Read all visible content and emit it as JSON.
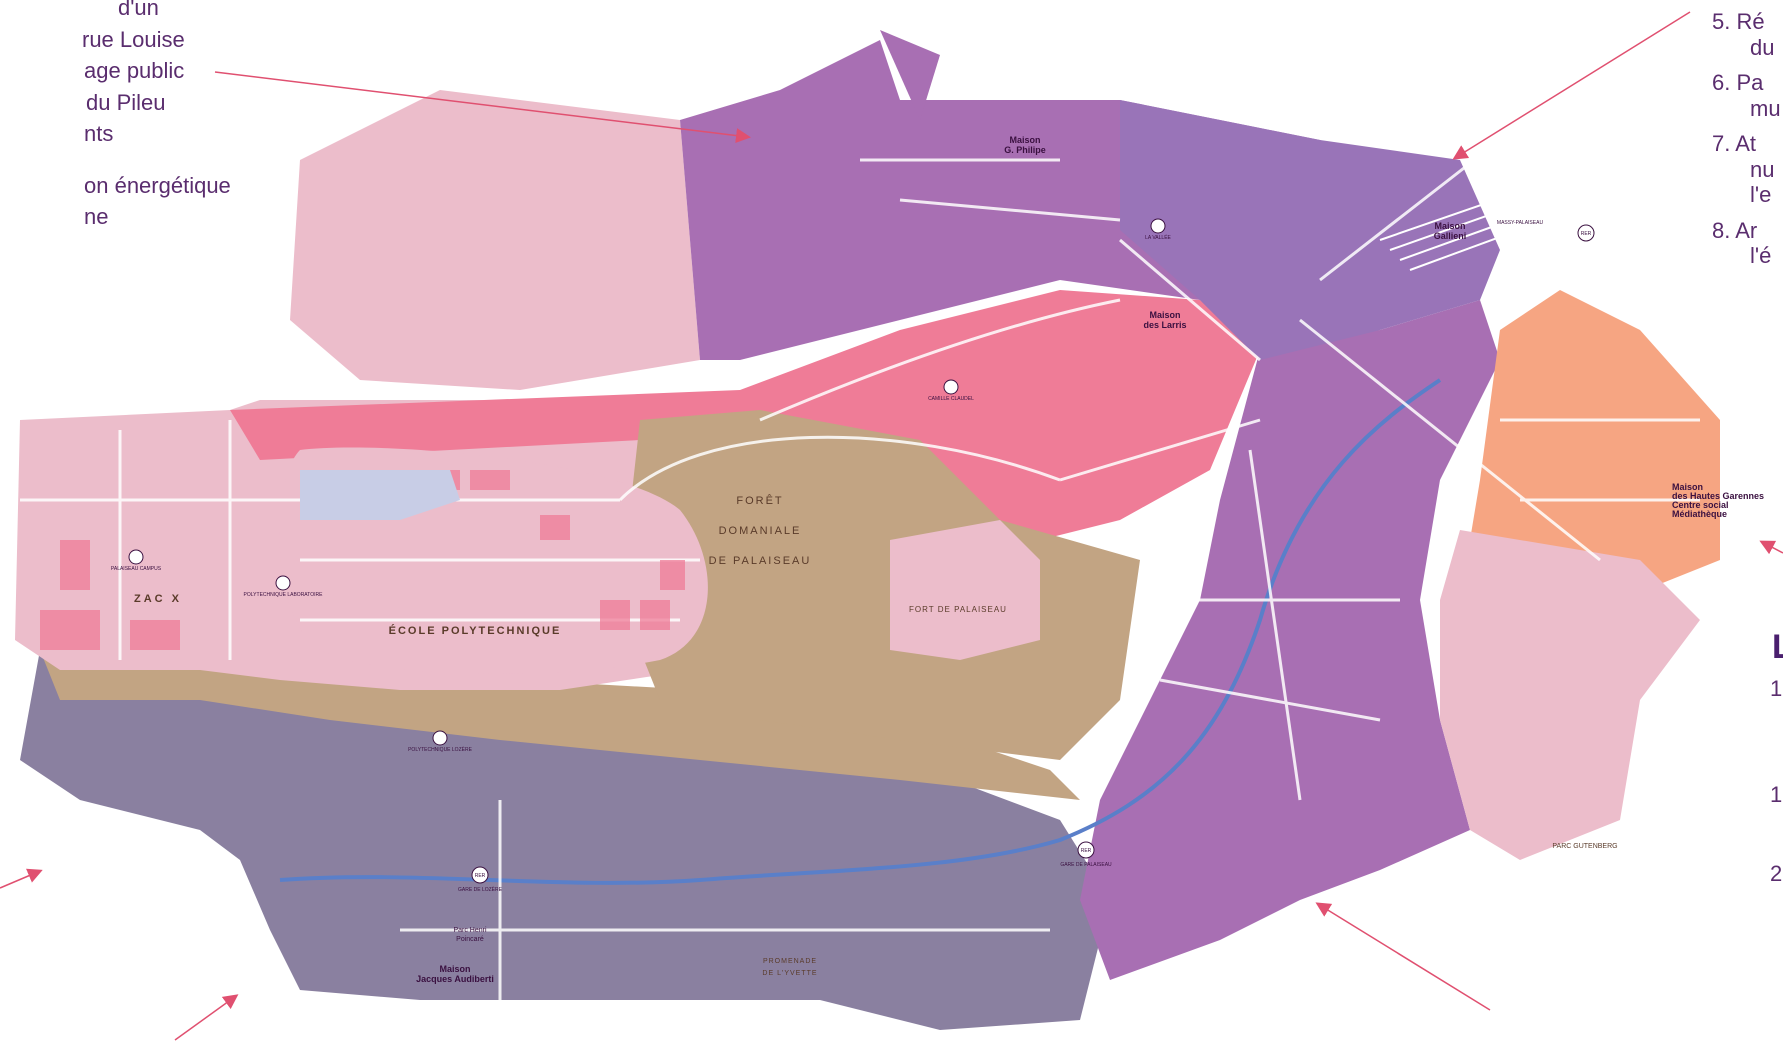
{
  "left_text": [
    "d'un",
    "rue Louise",
    "age public",
    "du Pileu",
    "nts",
    "",
    "on énergétique",
    "ne"
  ],
  "right_text": [
    "5. Ré",
    "du",
    "6. Pa",
    "mu",
    "7. At",
    "nu",
    "l'e",
    "8. Ar",
    "l'é"
  ],
  "right_lower_text": [
    "1",
    "1",
    "2"
  ],
  "right_heading": "L",
  "map": {
    "labels": {
      "foret": [
        "FORÊT",
        "DOMANIALE",
        "DE PALAISEAU"
      ],
      "ecole": "ÉCOLE POLYTECHNIQUE",
      "zacx": "ZAC X",
      "fort": "FORT DE PALAISEAU",
      "promenade": [
        "PROMENADE",
        "DE L'YVETTE"
      ],
      "maison_philipe": [
        "Maison",
        "G. Philipe"
      ],
      "maison_gallieni": [
        "Maison",
        "Gallieni"
      ],
      "maison_larris": [
        "Maison",
        "des Larris"
      ],
      "maison_hautes": [
        "Maison",
        "des Hautes Garennes",
        "Centre social",
        "Médiathèque"
      ],
      "maison_audiberti": [
        "Maison",
        "Jacques Audiberti"
      ],
      "parc_gutenberg": "PARC GUTENBERG",
      "parc_henri": [
        "Parc Henri",
        "Poincaré"
      ]
    },
    "stations": [
      "PALAISEAU CAMPUS",
      "POLYTECHNIQUE LABORATOIRE",
      "POLYTECHNIQUE LOZÈRE",
      "CAMILLE CLAUDEL",
      "GARE DE PALAISEAU",
      "GARE DE LOZÈRE",
      "LA VALLÉE",
      "MASSY-PALAISEAU"
    ],
    "badges": [
      "RER",
      "RER",
      "RER"
    ],
    "colors": {
      "light_pink": "#ecbdcb",
      "pink": "#ef7c97",
      "purple": "#a86fb3",
      "violet": "#9974b8",
      "slate": "#8a80a0",
      "tan": "#c2a483",
      "orange": "#f6a582",
      "water": "#5a7fc9",
      "arrow": "#e05070"
    }
  }
}
